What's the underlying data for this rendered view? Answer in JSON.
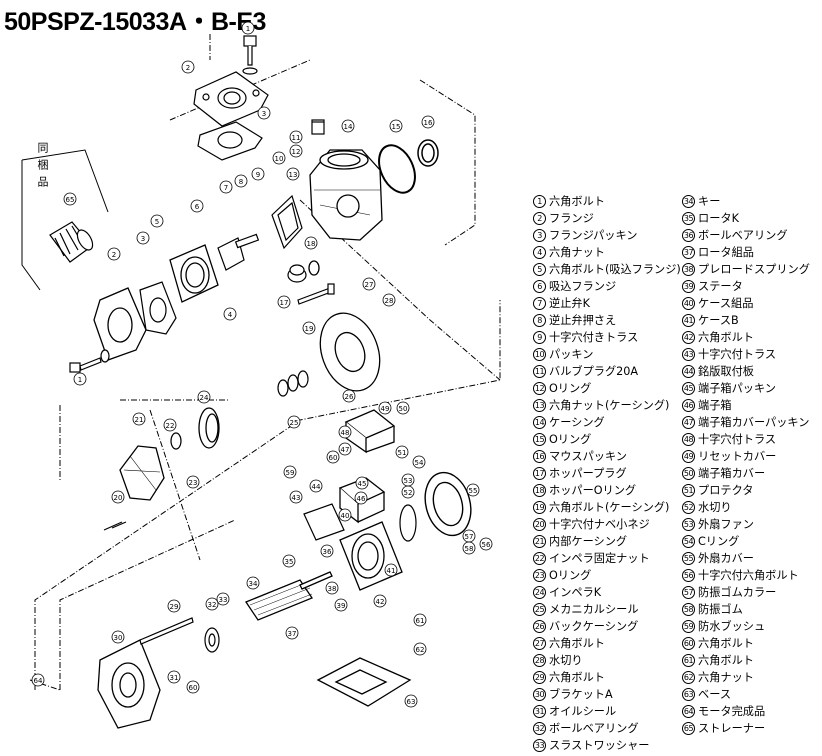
{
  "title": "50PSPZ-15033A・B-E3",
  "same_items_label": "同梱品",
  "legend_col1": [
    {
      "num": "1",
      "name": "六角ボルト"
    },
    {
      "num": "2",
      "name": "フランジ"
    },
    {
      "num": "3",
      "name": "フランジパッキン"
    },
    {
      "num": "4",
      "name": "六角ナット"
    },
    {
      "num": "5",
      "name": "六角ボルト(吸込フランジ)"
    },
    {
      "num": "6",
      "name": "吸込フランジ"
    },
    {
      "num": "7",
      "name": "逆止弁K"
    },
    {
      "num": "8",
      "name": "逆止弁押さえ"
    },
    {
      "num": "9",
      "name": "十字穴付きトラス"
    },
    {
      "num": "10",
      "name": "パッキン"
    },
    {
      "num": "11",
      "name": "バルブプラグ20A"
    },
    {
      "num": "12",
      "name": "Oリング"
    },
    {
      "num": "13",
      "name": "六角ナット(ケーシング)"
    },
    {
      "num": "14",
      "name": "ケーシング"
    },
    {
      "num": "15",
      "name": "Oリング"
    },
    {
      "num": "16",
      "name": "マウスパッキン"
    },
    {
      "num": "17",
      "name": "ホッパープラグ"
    },
    {
      "num": "18",
      "name": "ホッパーOリング"
    },
    {
      "num": "19",
      "name": "六角ボルト(ケーシング)"
    },
    {
      "num": "20",
      "name": "十字穴付ナベ小ネジ"
    },
    {
      "num": "21",
      "name": "内部ケーシング"
    },
    {
      "num": "22",
      "name": "インペラ固定ナット"
    },
    {
      "num": "23",
      "name": "Oリング"
    },
    {
      "num": "24",
      "name": "インペラK"
    },
    {
      "num": "25",
      "name": "メカニカルシール"
    },
    {
      "num": "26",
      "name": "バックケーシング"
    },
    {
      "num": "27",
      "name": "六角ボルト"
    },
    {
      "num": "28",
      "name": "水切り"
    },
    {
      "num": "29",
      "name": "六角ボルト"
    },
    {
      "num": "30",
      "name": "ブラケットA"
    },
    {
      "num": "31",
      "name": "オイルシール"
    },
    {
      "num": "32",
      "name": "ボールベアリング"
    },
    {
      "num": "33",
      "name": "スラストワッシャー"
    }
  ],
  "legend_col2": [
    {
      "num": "34",
      "name": "キー"
    },
    {
      "num": "35",
      "name": "ロータK"
    },
    {
      "num": "36",
      "name": "ボールベアリング"
    },
    {
      "num": "37",
      "name": "ロータ組品"
    },
    {
      "num": "38",
      "name": "プレロードスプリング"
    },
    {
      "num": "39",
      "name": "ステータ"
    },
    {
      "num": "40",
      "name": "ケース組品"
    },
    {
      "num": "41",
      "name": "ケースB"
    },
    {
      "num": "42",
      "name": "六角ボルト"
    },
    {
      "num": "43",
      "name": "十字穴付トラス"
    },
    {
      "num": "44",
      "name": "銘版取付板"
    },
    {
      "num": "45",
      "name": "端子箱パッキン"
    },
    {
      "num": "46",
      "name": "端子箱"
    },
    {
      "num": "47",
      "name": "端子箱カバーパッキン"
    },
    {
      "num": "48",
      "name": "十字穴付トラス"
    },
    {
      "num": "49",
      "name": "リセットカバー"
    },
    {
      "num": "50",
      "name": "端子箱カバー"
    },
    {
      "num": "51",
      "name": "プロテクタ"
    },
    {
      "num": "52",
      "name": "水切り"
    },
    {
      "num": "53",
      "name": "外扇ファン"
    },
    {
      "num": "54",
      "name": "Cリング"
    },
    {
      "num": "55",
      "name": "外扇カバー"
    },
    {
      "num": "56",
      "name": "十字穴付六角ボルト"
    },
    {
      "num": "57",
      "name": "防振ゴムカラー"
    },
    {
      "num": "58",
      "name": "防振ゴム"
    },
    {
      "num": "59",
      "name": "防水ブッシュ"
    },
    {
      "num": "60",
      "name": "六角ボルト"
    },
    {
      "num": "61",
      "name": "六角ボルト"
    },
    {
      "num": "62",
      "name": "六角ナット"
    },
    {
      "num": "63",
      "name": "ベース"
    },
    {
      "num": "64",
      "name": "モータ完成品"
    },
    {
      "num": "65",
      "name": "ストレーナー"
    }
  ]
}
